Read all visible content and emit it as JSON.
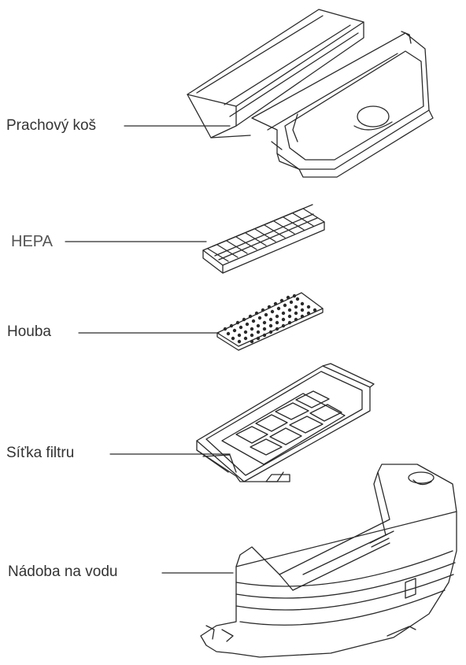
{
  "labels": {
    "dust_bin": "Prachový koš",
    "hepa": "HEPA",
    "sponge": "Houba",
    "filter_mesh": "Síťka filtru",
    "water_tank": "Nádoba na vodu"
  },
  "colors": {
    "line": "#2a2a2a",
    "text": "#333333",
    "background": "#ffffff"
  }
}
